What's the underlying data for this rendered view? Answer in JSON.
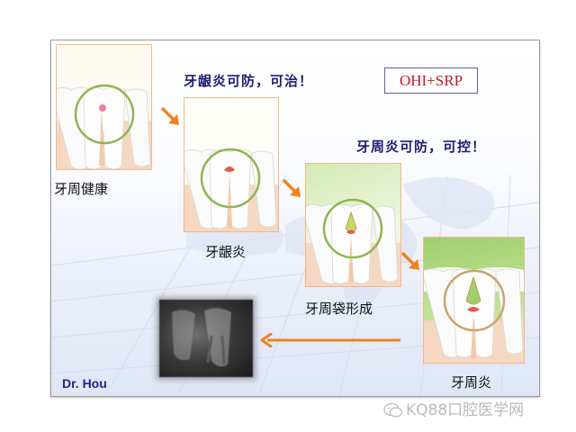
{
  "slide": {
    "slogans": {
      "gingivitis": "牙龈炎可防，可治！",
      "periodontitis": "牙周炎可防，可控！"
    },
    "treatment_box": "OHI+SRP",
    "author": "Dr. Hou",
    "stages": [
      {
        "id": "healthy",
        "label": "牙周健康",
        "background": "#fffaf2",
        "circle_color": "#8db653"
      },
      {
        "id": "gingivitis",
        "label": "牙龈炎",
        "background": "#fffdf8",
        "circle_color": "#8db653"
      },
      {
        "id": "pocket",
        "label": "牙周袋形成",
        "background": "#e6f2cf",
        "circle_color": "#8db653"
      },
      {
        "id": "periodontitis",
        "label": "牙周炎",
        "background": "#a9d47a",
        "circle_color": "#c9a56b"
      }
    ],
    "xray_image": "dental-xray",
    "colors": {
      "arrow": "#f0821e",
      "slogan": "#1c1f70",
      "treatment_text": "#c0182a",
      "treatment_border": "#5b5ea8",
      "panel_border": "#f0b98a"
    }
  },
  "watermark": {
    "icon": "wechat-icon",
    "text": "KQ88口腔医学网"
  }
}
